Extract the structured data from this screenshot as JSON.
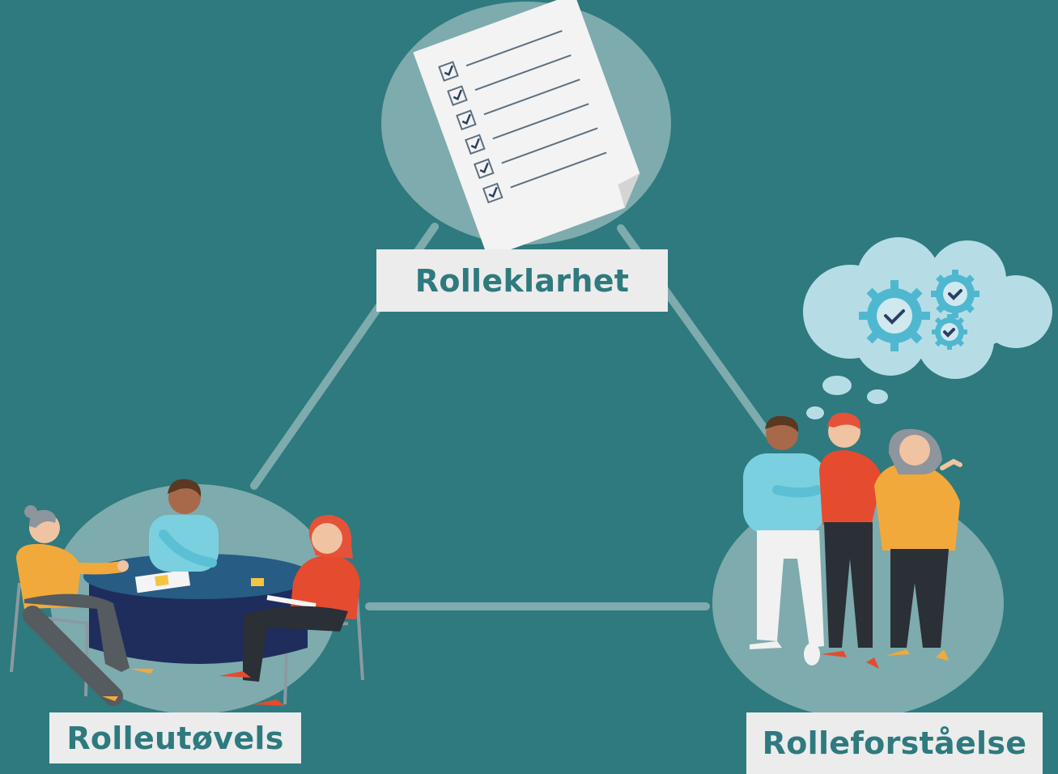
{
  "diagram": {
    "nodes": [
      {
        "id": "top",
        "label": "Rolleklarhet",
        "icon": "checklist-document-icon"
      },
      {
        "id": "left",
        "label": "Rolleutøvels",
        "icon": "meeting-table-icon"
      },
      {
        "id": "right",
        "label": "Rolleforståelse",
        "icon": "team-thinking-icon"
      }
    ],
    "edges": [
      [
        "top",
        "left"
      ],
      [
        "top",
        "right"
      ],
      [
        "left",
        "right"
      ]
    ]
  },
  "colors": {
    "background": "#2e7a7e",
    "circle": "#7eabad",
    "connector": "#7eabad",
    "label_bg": "#ececec",
    "label_text": "#2e7a7e",
    "cloud": "#b6dde6",
    "gear": "#4fb8d0"
  }
}
